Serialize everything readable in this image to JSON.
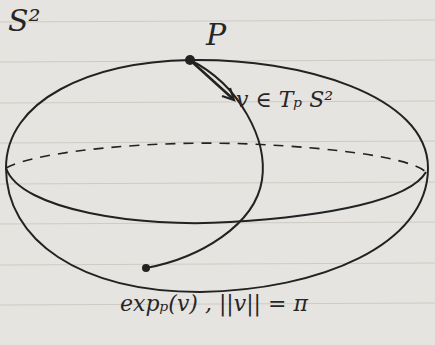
{
  "diagram": {
    "labels": [
      "S²",
      "P",
      "v ∈ Tₚ S²",
      "expₚ(v) , ||v|| = π"
    ]
  }
}
